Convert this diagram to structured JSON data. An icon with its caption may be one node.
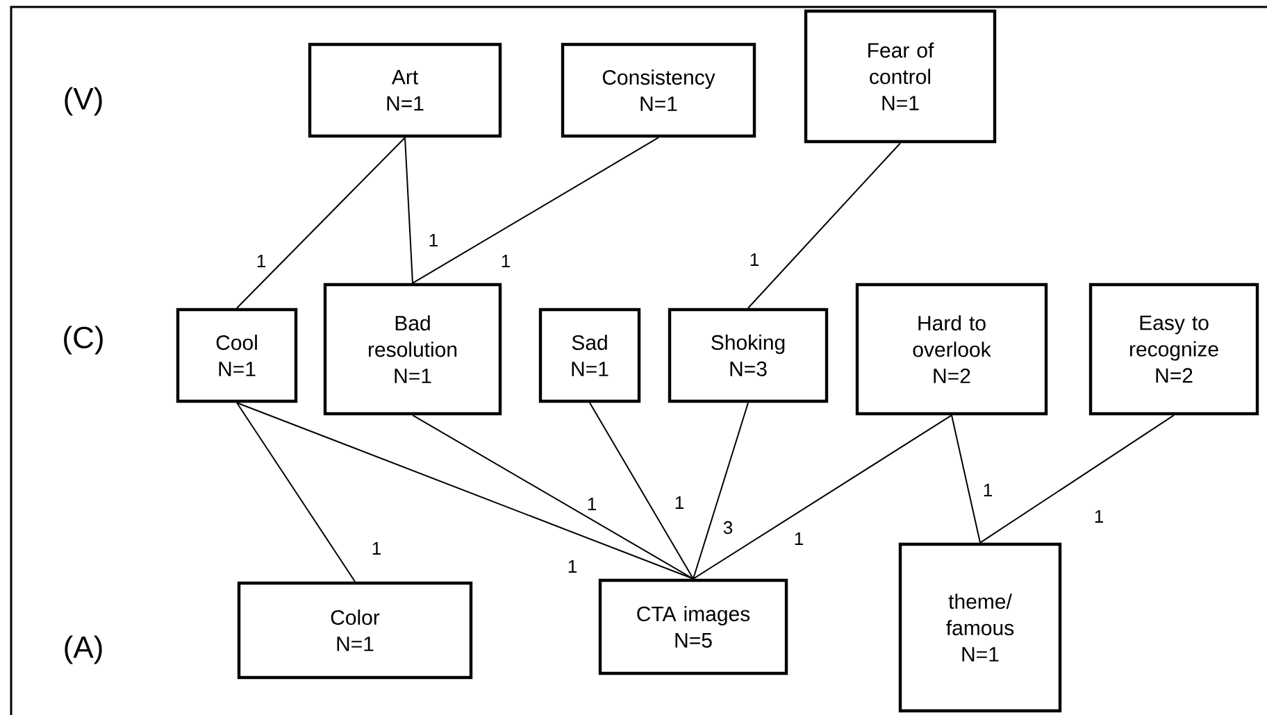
{
  "diagram": {
    "nodes": [
      {
        "text": [
          "Art",
          "N=1"
        ]
      },
      {
        "text": [
          "Consistency",
          "N=1"
        ]
      },
      {
        "text": [
          "Fear of control",
          "N=1"
        ]
      },
      {
        "text": [
          "Cool",
          "N=1"
        ]
      },
      {
        "text": [
          "Bad resolution",
          "N=1"
        ]
      },
      {
        "text": [
          "Sad",
          "N=1"
        ]
      },
      {
        "text": [
          "Shoking",
          "N=3"
        ]
      },
      {
        "text": [
          "Hard to overlook",
          "N=2"
        ]
      },
      {
        "text": [
          "Easy to recognize",
          "N=2"
        ]
      },
      {
        "text": [
          "Color",
          "N=1"
        ]
      },
      {
        "text": [
          "CTA images",
          "N=5"
        ]
      },
      {
        "text": [
          "theme/ famous",
          "N=1"
        ]
      }
    ],
    "edges": [
      {
        "from": 0,
        "to": 3,
        "arrow": "none",
        "label": "1"
      },
      {
        "from": 0,
        "to": 4,
        "arrow": "none",
        "label": "1"
      },
      {
        "from": 1,
        "to": 4,
        "arrow": "none",
        "label": "1"
      },
      {
        "from": 2,
        "to": 6,
        "arrow": "none",
        "label": "1"
      },
      {
        "from": 3,
        "to": 9,
        "arrow": "none",
        "label": "1"
      },
      {
        "from": 3,
        "to": 10,
        "arrow": "none",
        "label": "1"
      },
      {
        "from": 4,
        "to": 10,
        "arrow": "none",
        "label": "1"
      },
      {
        "from": 5,
        "to": 10,
        "arrow": "none",
        "label": "1"
      },
      {
        "from": 6,
        "to": 10,
        "arrow": "none",
        "label": "3"
      },
      {
        "from": 7,
        "to": 10,
        "arrow": "none",
        "label": "1"
      },
      {
        "from": 7,
        "to": 11,
        "arrow": "none",
        "label": "1"
      },
      {
        "from": 8,
        "to": 11,
        "arrow": "none",
        "label": "1"
      }
    ],
    "labels": [
      "(V)",
      "(C)",
      "(A)"
    ]
  }
}
